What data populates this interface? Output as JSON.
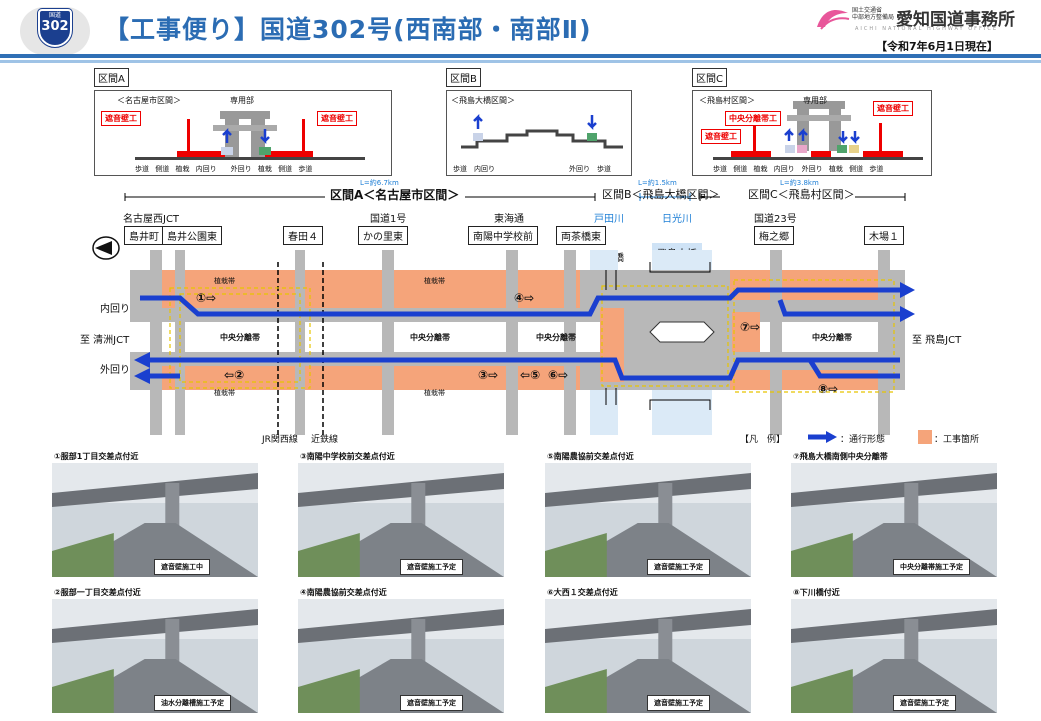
{
  "header": {
    "route_shield_top": "国道",
    "route_number": "302",
    "title": "【工事便り】国道302号(西南部・南部Ⅱ)",
    "ministry": "国土交通省\n中部地方整備局",
    "office": "愛知国道事務所",
    "office_en": "AICHI NATIONAL HIGHWAY OFFICE",
    "as_of": "【令和7年6月1日現在】"
  },
  "sections": {
    "a": {
      "label": "区間A",
      "name": "＜名古屋市区間＞",
      "center": "専用部",
      "tag_left": "遮音壁工",
      "tag_right": "遮音壁工",
      "lanes": "歩道 側道 植栽 内回り　　外回り 植栽 側道 歩道"
    },
    "b": {
      "label": "区間B",
      "name": "＜飛島大橋区間＞",
      "lanes_left": "歩道　内回り",
      "lanes_right": "外回り　歩道"
    },
    "c": {
      "label": "区間C",
      "name": "＜飛島村区間＞",
      "center": "専用部",
      "tag_left": "遮音壁工",
      "tag_mid": "中央分離帯工",
      "tag_right": "遮音壁工",
      "lanes": "歩道 側道 植栽 内回り　外回り 植栽 側道 歩道"
    }
  },
  "distances": {
    "a": "L=約6.7km",
    "b": "L=約1.5km",
    "c": "L=約3.8km"
  },
  "section_headers": {
    "a": "区間A＜名古屋市区間＞",
    "b": "区間B＜飛島大橋区間＞",
    "c": "区間C＜飛島村区間＞"
  },
  "places": {
    "nagoya_nishi": "名古屋西JCT",
    "route1": "国道1号",
    "tokaido": "東海通",
    "todagawa": "戸田川",
    "nikko": "日光川",
    "route23": "国道23号",
    "nanyo_bridge": "南陽橋",
    "tobishima_bridge": "飛島大橋",
    "jr": "JR関西線",
    "kintetsu": "近鉄線",
    "to_kiyosu": "至 清洲JCT",
    "to_tobishima": "至 飛島JCT",
    "inner": "内回り",
    "outer": "外回り"
  },
  "stations": [
    "島井町",
    "島井公園東",
    "春田４",
    "かの里東",
    "南陽中学校前",
    "両茶橋東",
    "梅之郷",
    "木場１"
  ],
  "road_labels": {
    "planting": "植栽帯",
    "median": "中央分離帯"
  },
  "markers": [
    "①",
    "②",
    "③",
    "④",
    "⑤",
    "⑥",
    "⑦",
    "⑧"
  ],
  "legend": {
    "title": "【凡　例】",
    "flow": "：通行形態",
    "work": "：工事箇所"
  },
  "colors": {
    "flow": "#1a3fcf",
    "work": "#f5a47a",
    "road": "#b8b8b8",
    "median": "#ffffff",
    "accent": "#2b6cb3"
  },
  "photos": [
    {
      "caption": "①服部1丁目交差点付近",
      "note": "遮音壁施工中"
    },
    {
      "caption": "③南陽中学校前交差点付近",
      "note": "遮音壁施工予定"
    },
    {
      "caption": "⑤南陽農協前交差点付近",
      "note": "遮音壁施工予定"
    },
    {
      "caption": "⑦飛島大橋南側中央分離帯",
      "note": "中央分離帯施工予定"
    },
    {
      "caption": "②服部一丁目交差点付近",
      "note": "油水分離槽施工予定"
    },
    {
      "caption": "④南陽農協前交差点付近",
      "note": "遮音壁施工予定"
    },
    {
      "caption": "⑥大西１交差点付近",
      "note": "遮音壁施工予定"
    },
    {
      "caption": "⑧下川橋付近",
      "note": "遮音壁施工予定"
    }
  ]
}
